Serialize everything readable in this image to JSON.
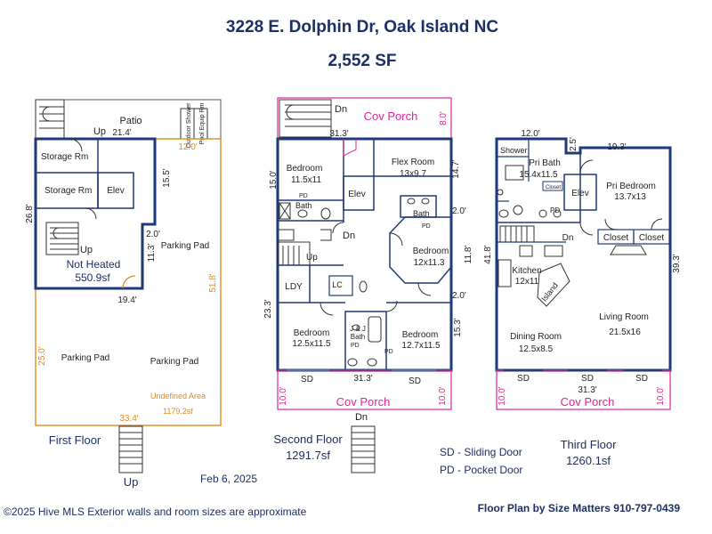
{
  "header": {
    "address": "3228 E. Dolphin Dr, Oak Island NC",
    "total_sf": "2,552 SF"
  },
  "first_floor": {
    "patio": "Patio",
    "patio_dim": "21.4'",
    "up_top": "Up",
    "outdoor_shower": "Outdoor Shower",
    "pool_equip": "Pool Equip Rm",
    "storage_rm_1": "Storage Rm",
    "storage_rm_2": "Storage Rm",
    "elev": "Elev",
    "up_stair": "Up",
    "not_heated": "Not Heated",
    "not_heated_sf": "550.9sf",
    "dim_12": "12.0'",
    "dim_15_5": "15.5'",
    "dim_26_8": "26.8'",
    "dim_2_0": "2.0'",
    "dim_11_3": "11.3'",
    "dim_19_4": "19.4'",
    "dim_51_8": "51.8'",
    "dim_25_0": "25.0'",
    "dim_33_4": "33.4'",
    "parking_pad_1": "Parking Pad",
    "parking_pad_2": "Parking Pad",
    "parking_pad_3": "Parking Pad",
    "undefined_area": "Undefined Area",
    "undefined_sf": "1179.2sf",
    "title": "First Floor",
    "up_bottom": "Up"
  },
  "second_floor": {
    "dn_top": "Dn",
    "cov_porch_top": "Cov Porch",
    "dim_8_0": "8.0'",
    "dim_31_3_top": "31.3'",
    "bedroom_1": "Bedroom",
    "bedroom_1_size": "11.5x11",
    "flex_room": "Flex Room",
    "flex_size": "13x9.7",
    "dim_15_0": "15.0'",
    "dim_14_7": "14.7'",
    "pd_1": "PD",
    "bath_1": "Bath",
    "elev": "Elev",
    "bath_2": "Bath",
    "pd_2": "PD",
    "dim_2_0_a": "2.0'",
    "dn_mid": "Dn",
    "up_mid": "Up",
    "bedroom_2": "Bedroom",
    "bedroom_2_size": "12x11.3",
    "dim_11_8": "11.8'",
    "ldy": "LDY",
    "lc": "LC",
    "dim_2_0_b": "2.0'",
    "dim_23_3": "23.3'",
    "bedroom_3": "Bedroom",
    "bedroom_3_size": "12.5x11.5",
    "jj_bath_1": "J & J",
    "jj_bath_2": "Bath",
    "pd_3": "PD",
    "pd_4": "PD",
    "bedroom_4": "Bedroom",
    "bedroom_4_size": "12.7x11.5",
    "dim_15_3": "15.3'",
    "sd_1": "SD",
    "sd_2": "SD",
    "dim_31_3_bot": "31.3'",
    "dim_10_0_l": "10.0'",
    "dim_10_0_r": "10.0'",
    "cov_porch_bot": "Cov Porch",
    "dn_bot": "Dn",
    "title": "Second Floor",
    "sf": "1291.7sf"
  },
  "third_floor": {
    "dim_12_0": "12.0'",
    "dim_2_5": "2.5'",
    "dim_19_3": "19.3'",
    "shower": "Shower",
    "pri_bath": "Pri Bath",
    "pri_bath_size": "15.4x11.5",
    "pri_bedroom": "Pri Bedroom",
    "pri_bedroom_size": "13.7x13",
    "closet_small": "Closet",
    "pd": "PD",
    "elev": "Elev",
    "dn": "Dn",
    "closet_1": "Closet",
    "closet_2": "Closet",
    "dim_41_8": "41.8'",
    "dim_39_3": "39.3'",
    "kitchen": "Kitchen",
    "kitchen_size": "12x11",
    "island": "Island",
    "living_room": "Living Room",
    "living_size": "21.5x16",
    "dining_room": "Dining Room",
    "dining_size": "12.5x8.5",
    "sd_1": "SD",
    "sd_2": "SD",
    "sd_3": "SD",
    "dim_31_3": "31.3'",
    "dim_10_0_l": "10.0'",
    "dim_10_0_r": "10.0'",
    "cov_porch": "Cov Porch",
    "title": "Third Floor",
    "sf": "1260.1sf"
  },
  "legend": {
    "sd": "SD - Sliding Door",
    "pd": "PD - Pocket Door"
  },
  "footer": {
    "date": "Feb 6, 2025",
    "disclaimer": "©2025 Hive MLS Exterior walls and room sizes are approximate",
    "credit": "Floor Plan by Size Matters  910-797-0439"
  },
  "colors": {
    "navy": "#1c2f66",
    "orange": "#e08a1e",
    "magenta": "#e0249a",
    "wall": "#1e3a78"
  }
}
